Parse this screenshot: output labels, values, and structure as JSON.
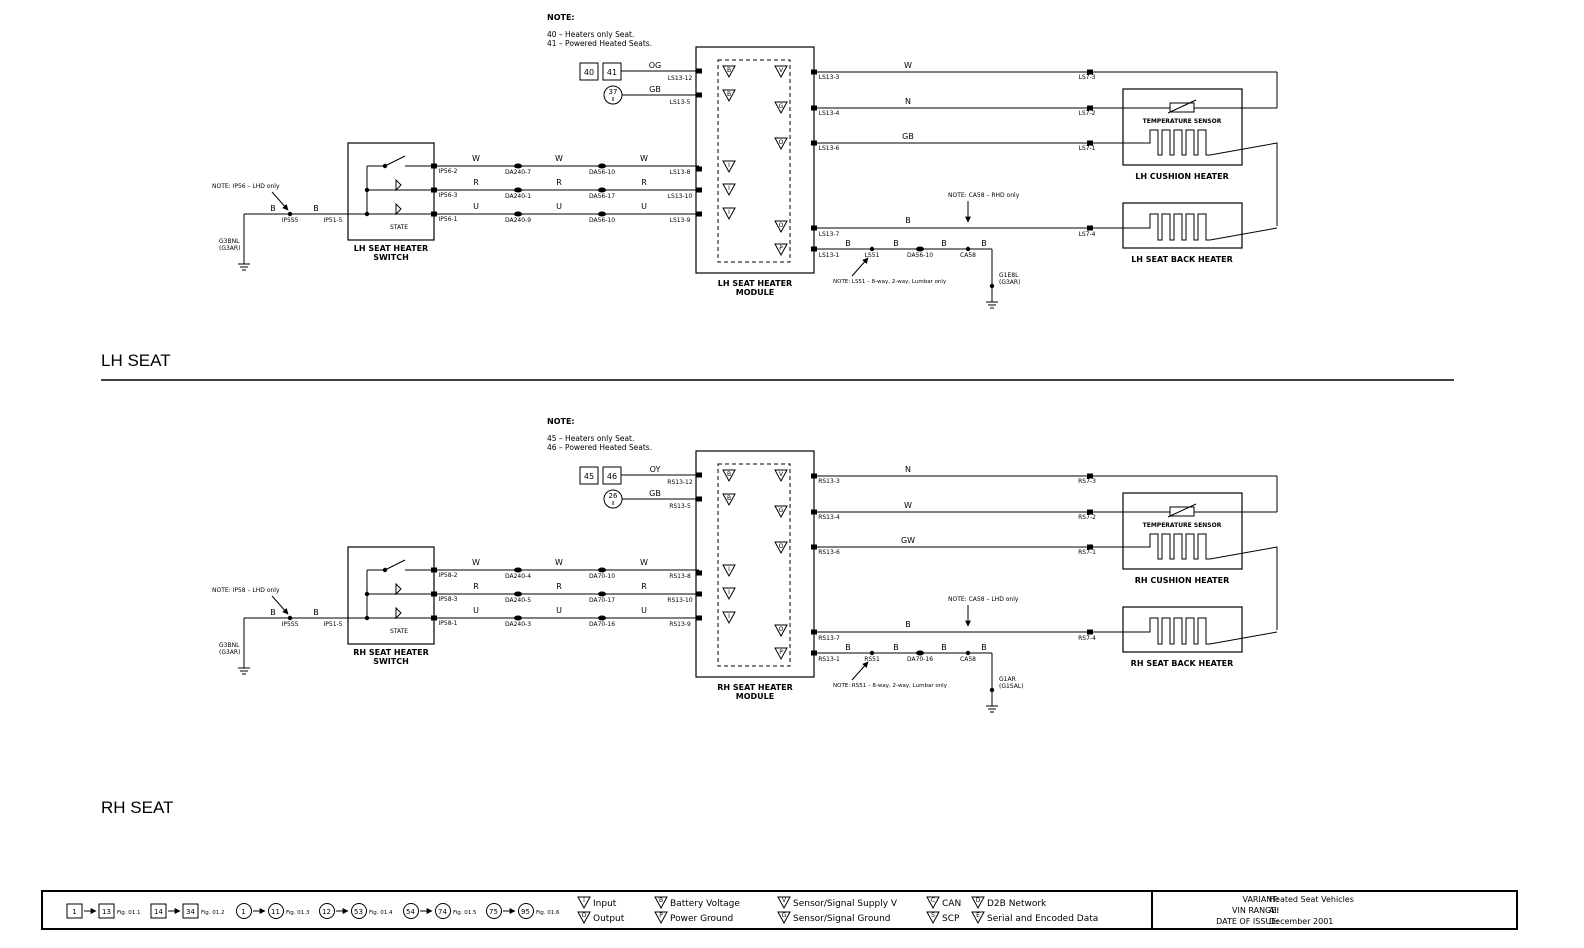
{
  "lh_seat": {
    "section_title": "LH SEAT",
    "note_title": "NOTE:",
    "note_lines": [
      "40 – Heaters only Seat.",
      "41 – Powered Heated Seats."
    ],
    "fig_boxes": [
      "40",
      "41"
    ],
    "circle_ref_top": "37",
    "circle_ref_bottom": "II",
    "wire_top_label": "OG",
    "wire_second_label": "GB",
    "connector_top": "LS13-12",
    "connector_second": "LS13-5",
    "module_label_1": "LH SEAT HEATER",
    "module_label_2": "MODULE",
    "switch_label_1": "LH SEAT HEATER",
    "switch_label_2": "SWITCH",
    "switch_state": "STATE",
    "switch_pins": [
      "IP56-2",
      "IP56-3",
      "IP56-1"
    ],
    "switch_wires": [
      "W",
      "R",
      "U"
    ],
    "da_pins_a": [
      "DA240-7",
      "DA240-1",
      "DA240-9"
    ],
    "da_pins_b": [
      "DA56-10",
      "DA56-17",
      "DA56-10"
    ],
    "module_in_pins": [
      "LS13-8",
      "LS13-10",
      "LS13-9"
    ],
    "ground_note": "NOTE: IP56 – LHD only",
    "ground_wire": "B",
    "ground_splice": "IP5S5",
    "ground_pin": "IP51-5",
    "ground_label_1": "G3BNL",
    "ground_label_2": "(G3AR)",
    "right_wires": [
      "W",
      "N",
      "GB"
    ],
    "right_mod_pins": [
      "LS13-3",
      "LS13-4",
      "LS13-6"
    ],
    "right_conn_pins": [
      "LS7-3",
      "LS7-2",
      "LS7-1"
    ],
    "lower_wire": "B",
    "lower_mod_pin": "LS13-7",
    "lower_conn_pin": "LS7-4",
    "lower_note": "NOTE: CA58 – RHD only",
    "gnd_pin": "LS13-1",
    "gnd_wires": [
      "B",
      "B",
      "B",
      "B"
    ],
    "gnd_splices": [
      "LS51",
      "DA56-10",
      "CA58"
    ],
    "gnd_note": "NOTE: LS51 – 8-way, 2-way, Lumbar only",
    "gnd_end_1": "G1E8L",
    "gnd_end_2": "(G3AR)",
    "sensor_label": "TEMPERATURE SENSOR",
    "cushion_label": "LH CUSHION HEATER",
    "back_label": "LH SEAT BACK HEATER"
  },
  "rh_seat": {
    "section_title": "RH SEAT",
    "note_title": "NOTE:",
    "note_lines": [
      "45 – Heaters only Seat.",
      "46 – Powered Heated Seats."
    ],
    "fig_boxes": [
      "45",
      "46"
    ],
    "circle_ref_top": "26",
    "circle_ref_bottom": "II",
    "wire_top_label": "OY",
    "wire_second_label": "GB",
    "connector_top": "RS13-12",
    "connector_second": "RS13-5",
    "module_label_1": "RH SEAT HEATER",
    "module_label_2": "MODULE",
    "switch_label_1": "RH SEAT HEATER",
    "switch_label_2": "SWITCH",
    "switch_state": "STATE",
    "switch_pins": [
      "IP58-2",
      "IP58-3",
      "IP58-1"
    ],
    "switch_wires": [
      "W",
      "R",
      "U"
    ],
    "da_pins_a": [
      "DA240-4",
      "DA240-5",
      "DA240-3"
    ],
    "da_pins_b": [
      "DA70-10",
      "DA70-17",
      "DA70-16"
    ],
    "module_in_pins": [
      "RS13-8",
      "RS13-10",
      "RS13-9"
    ],
    "ground_note": "NOTE: IP58 – LHD only",
    "ground_wire": "B",
    "ground_splice": "IP5S5",
    "ground_pin": "IP51-5",
    "ground_label_1": "G3BNL",
    "ground_label_2": "(G3AR)",
    "right_wires": [
      "N",
      "W",
      "GW"
    ],
    "right_mod_pins": [
      "RS13-3",
      "RS13-4",
      "RS13-6"
    ],
    "right_conn_pins": [
      "RS7-3",
      "RS7-2",
      "RS7-1"
    ],
    "lower_wire": "B",
    "lower_mod_pin": "RS13-7",
    "lower_conn_pin": "RS7-4",
    "lower_note": "NOTE: CA58 – LHD only",
    "gnd_pin": "RS13-1",
    "gnd_wires": [
      "B",
      "B",
      "B",
      "B"
    ],
    "gnd_splices": [
      "RS51",
      "DA70-16",
      "CA58"
    ],
    "gnd_note": "NOTE: RS51 – 8-way, 2-way, Lumbar only",
    "gnd_end_1": "G1AR",
    "gnd_end_2": "(G1SAL)",
    "sensor_label": "TEMPERATURE SENSOR",
    "cushion_label": "RH CUSHION HEATER",
    "back_label": "RH SEAT BACK HEATER"
  },
  "legend": {
    "items": [
      {
        "from": "1",
        "to": "13",
        "fig": "Fig. 01.1"
      },
      {
        "from": "14",
        "to": "34",
        "fig": "Fig. 01.2"
      },
      {
        "from": "1",
        "to": "11",
        "fig": "Fig. 01.3"
      },
      {
        "from": "12",
        "to": "53",
        "fig": "Fig. 01.4"
      },
      {
        "from": "54",
        "to": "74",
        "fig": "Fig. 01.5"
      },
      {
        "from": "75",
        "to": "95",
        "fig": "Fig. 01.6"
      }
    ],
    "symbols": [
      {
        "glyph": "I",
        "label": "Input"
      },
      {
        "glyph": "O",
        "label": "Output"
      },
      {
        "glyph": "B",
        "label": "Battery Voltage"
      },
      {
        "glyph": "P",
        "label": "Power Ground"
      },
      {
        "glyph": "V",
        "label": "Sensor/Signal Supply V"
      },
      {
        "glyph": "G",
        "label": "Sensor/Signal Ground"
      },
      {
        "glyph": "C",
        "label": "CAN"
      },
      {
        "glyph": "S",
        "label": "SCP"
      },
      {
        "glyph": "D",
        "label": "D2B Network"
      },
      {
        "glyph": "E",
        "label": "Serial and Encoded Data"
      }
    ],
    "variant_label": "VARIANT:",
    "variant_value": "Heated Seat Vehicles",
    "vin_label": "VIN RANGE:",
    "vin_value": "All",
    "date_label": "DATE OF ISSUE:",
    "date_value": "December 2001"
  }
}
